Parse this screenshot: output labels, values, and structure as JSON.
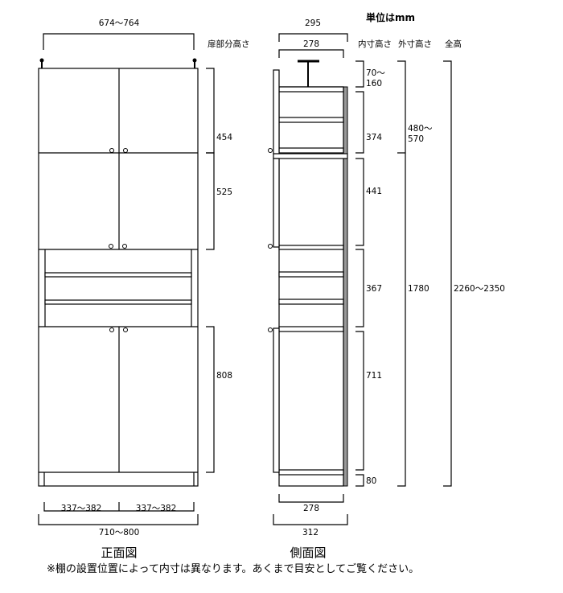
{
  "unit_label": "単位はmm",
  "front": {
    "title": "正面図",
    "top_width": "674〜764",
    "door_height_header": "扉部分高さ",
    "door_heights": [
      "454",
      "525",
      "808"
    ],
    "inner_widths": [
      "337〜382",
      "337〜382"
    ],
    "outer_width": "710〜800"
  },
  "side": {
    "title": "側面図",
    "top_depth_outer": "295",
    "top_depth_inner": "278",
    "inner_height_header": "内寸高さ",
    "outer_height_header": "外寸高さ",
    "total_height_header": "全高",
    "inner_heights": [
      "70〜",
      "160",
      "374",
      "441",
      "367",
      "711",
      "80"
    ],
    "outer_heights": [
      "480〜",
      "570",
      "1780"
    ],
    "total_height": "2260〜2350",
    "bottom_depth_inner": "278",
    "bottom_depth_outer": "312"
  },
  "note": "※棚の設置位置によって内寸は異なります。あくまで目安としてご覧ください。"
}
